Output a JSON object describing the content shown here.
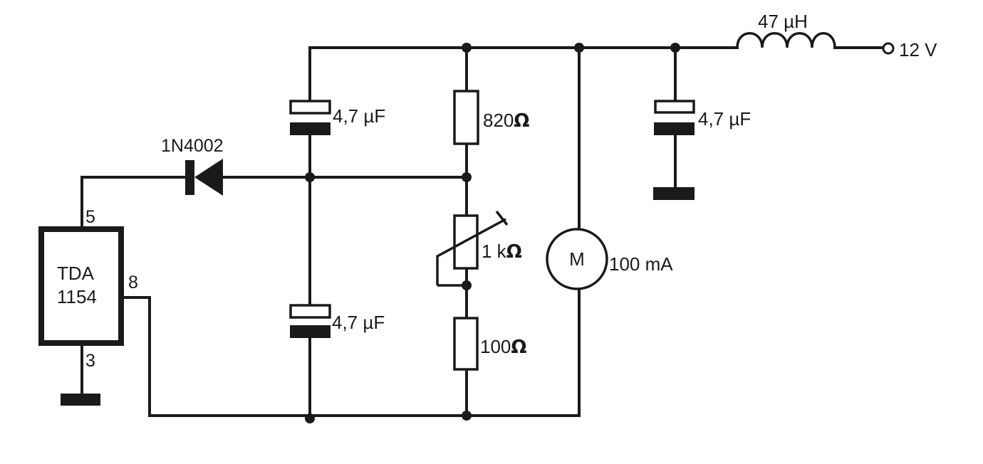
{
  "diagram": {
    "type": "electronic-schematic",
    "components": {
      "ic": {
        "name_line1": "TDA",
        "name_line2": "1154",
        "pin_5": "5",
        "pin_8": "8",
        "pin_3": "3"
      },
      "diode": {
        "label": "1N4002"
      },
      "cap_top": {
        "label": "4,7 µF"
      },
      "cap_bottom": {
        "label": "4,7 µF"
      },
      "cap_supply": {
        "label": "4,7 µF"
      },
      "resistor_820": {
        "value": "820",
        "unit": "Ω"
      },
      "pot_1k": {
        "value": "1 k",
        "unit": "Ω"
      },
      "resistor_100": {
        "value": "100",
        "unit": "Ω"
      },
      "motor": {
        "symbol": "M",
        "label": "100 mA"
      },
      "inductor": {
        "label": "47 µH"
      },
      "supply_terminal": {
        "label": "12 V"
      }
    },
    "colors": {
      "ink": "#1a1a1a",
      "paper": "#ffffff"
    }
  }
}
